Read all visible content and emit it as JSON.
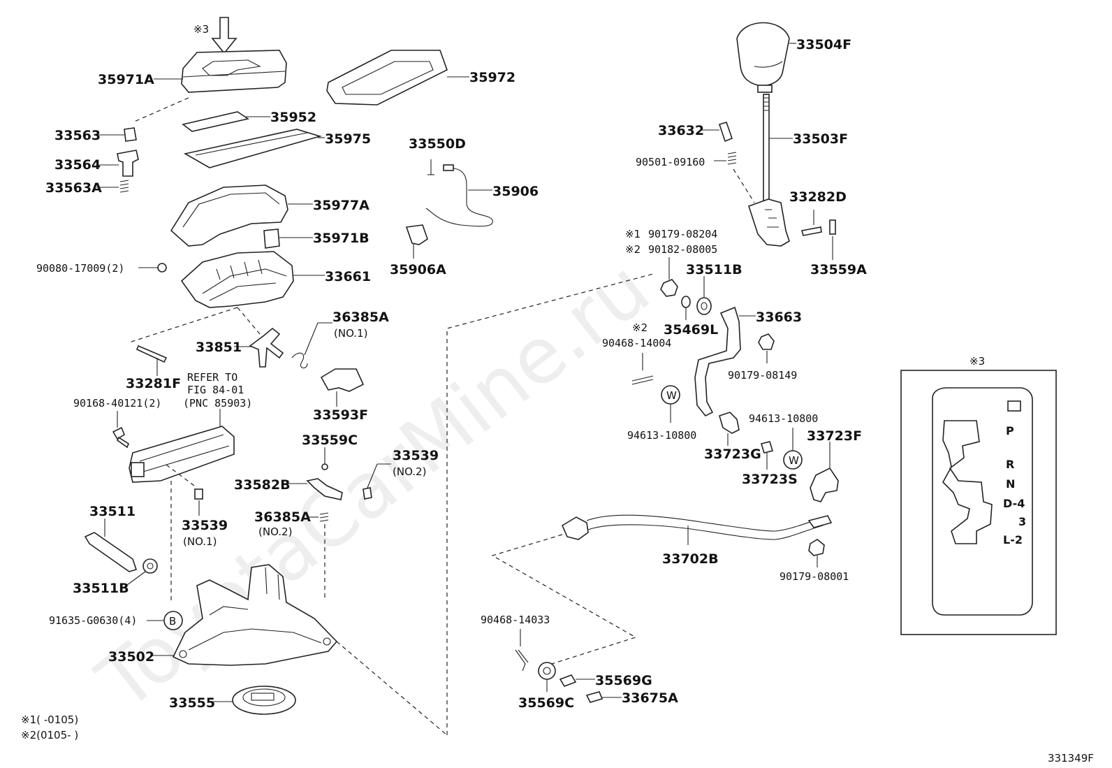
{
  "parts": {
    "p35971A": "35971A",
    "p35972": "35972",
    "p35952": "35952",
    "p35975": "35975",
    "p33563": "33563",
    "p33564": "33564",
    "p33563A": "33563A",
    "p35977A": "35977A",
    "p35971B": "35971B",
    "p90080": "90080-17009(2)",
    "p33661": "33661",
    "p36385A_1": "36385A",
    "p36385A_1_sub": "(NO.1)",
    "p33851": "33851",
    "p33281F": "33281F",
    "p33593F": "33593F",
    "p90168": "90168-40121(2)",
    "p33559C": "33559C",
    "p33539_2": "33539",
    "p33539_2_sub": "(NO.2)",
    "p33582B": "33582B",
    "p36385A_2": "36385A",
    "p36385A_2_sub": "(NO.2)",
    "p33511": "33511",
    "p33539_1": "33539",
    "p33539_1_sub": "(NO.1)",
    "p33511B_left": "33511B",
    "p91635": "91635-G0630(4)",
    "p33502": "33502",
    "p33555": "33555",
    "p33550D": "33550D",
    "p35906": "35906",
    "p35906A": "35906A",
    "p33504F": "33504F",
    "p33632": "33632",
    "p33503F": "33503F",
    "p90501": "90501-09160",
    "p33282D": "33282D",
    "p33559A": "33559A",
    "p90179_08204": "90179-08204",
    "p90182_08005": "90182-08005",
    "p33511B_right": "33511B",
    "p35469L": "35469L",
    "p33663": "33663",
    "p90468_14004": "90468-14004",
    "p90179_08149": "90179-08149",
    "p94613_a": "94613-10800",
    "p94613_b": "94613-10800",
    "p33723G": "33723G",
    "p33723F": "33723F",
    "p33723S": "33723S",
    "p33702B": "33702B",
    "p90179_08001": "90179-08001",
    "p90468_14033": "90468-14033",
    "p35569G": "35569G",
    "p33675A": "33675A",
    "p35569C": "35569C"
  },
  "refer": {
    "line1": "REFER TO",
    "line2": "FIG 84-01",
    "line3": "(PNC 85903)"
  },
  "marks": {
    "m3": "※3",
    "m1": "※1",
    "m2": "※2",
    "m2b": "※2",
    "inset_title": "※3",
    "w": "W",
    "b": "B"
  },
  "footnotes": {
    "n1": "※1(      -0105)",
    "n2": "※2(0105-      )"
  },
  "gate": {
    "p": "P",
    "r": "R",
    "n": "N",
    "d4": "D-4",
    "g3": "3",
    "l2": "L-2"
  },
  "figure_id": "331349F",
  "watermark": "ToyotaCarMine.ru"
}
